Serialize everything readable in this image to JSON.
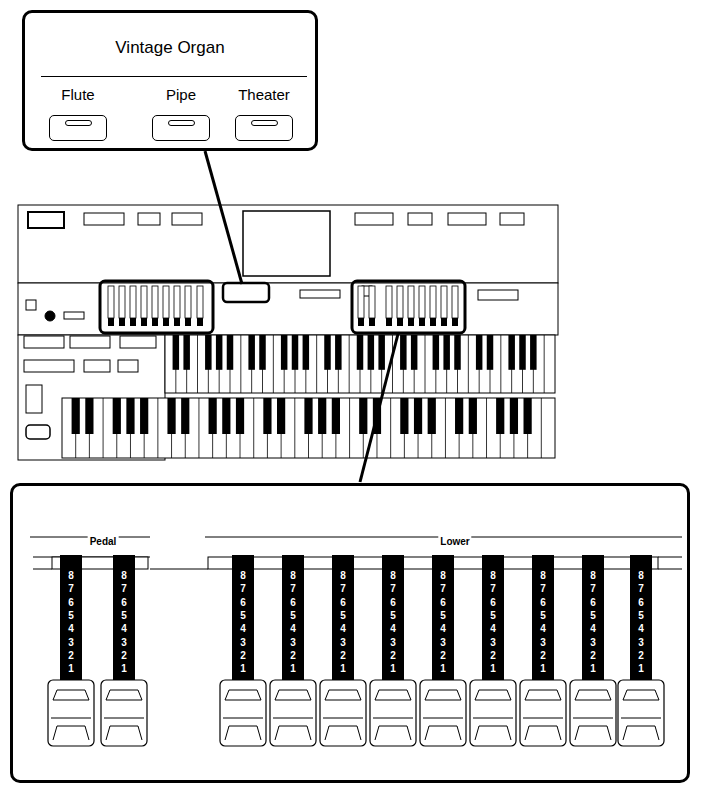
{
  "diagram": {
    "nodes": [
      {
        "text": [
          "Vintage Organ"
        ]
      },
      {
        "text": [
          "Flute"
        ],
        "in": 0
      },
      {
        "text": [
          "Pipe"
        ],
        "in": 0
      },
      {
        "text": [
          "Theater"
        ],
        "in": 0
      },
      {
        "text": [
          "Pedal",
          "Lower"
        ]
      }
    ],
    "edges": [],
    "labels": [
      "8",
      "7",
      "6",
      "5",
      "4",
      "3",
      "2",
      "1",
      "8",
      "7",
      "6",
      "5",
      "4",
      "3",
      "2",
      "1",
      "8",
      "7",
      "6",
      "5",
      "4",
      "3",
      "2",
      "1",
      "8",
      "7",
      "6",
      "5",
      "4",
      "3",
      "2",
      "1",
      "8",
      "7",
      "6",
      "5",
      "4",
      "3",
      "2",
      "1",
      "8",
      "7",
      "6",
      "5",
      "4",
      "3",
      "2",
      "1",
      "8",
      "7",
      "6",
      "5",
      "4",
      "3",
      "2",
      "1",
      "8",
      "7",
      "6",
      "5",
      "4",
      "3",
      "2",
      "1",
      "8",
      "7",
      "6",
      "5",
      "4",
      "3",
      "2",
      "1",
      "8",
      "7",
      "6",
      "5",
      "4",
      "3",
      "2",
      "1",
      "8",
      "7",
      "6",
      "5",
      "4",
      "3",
      "2",
      "1"
    ]
  }
}
